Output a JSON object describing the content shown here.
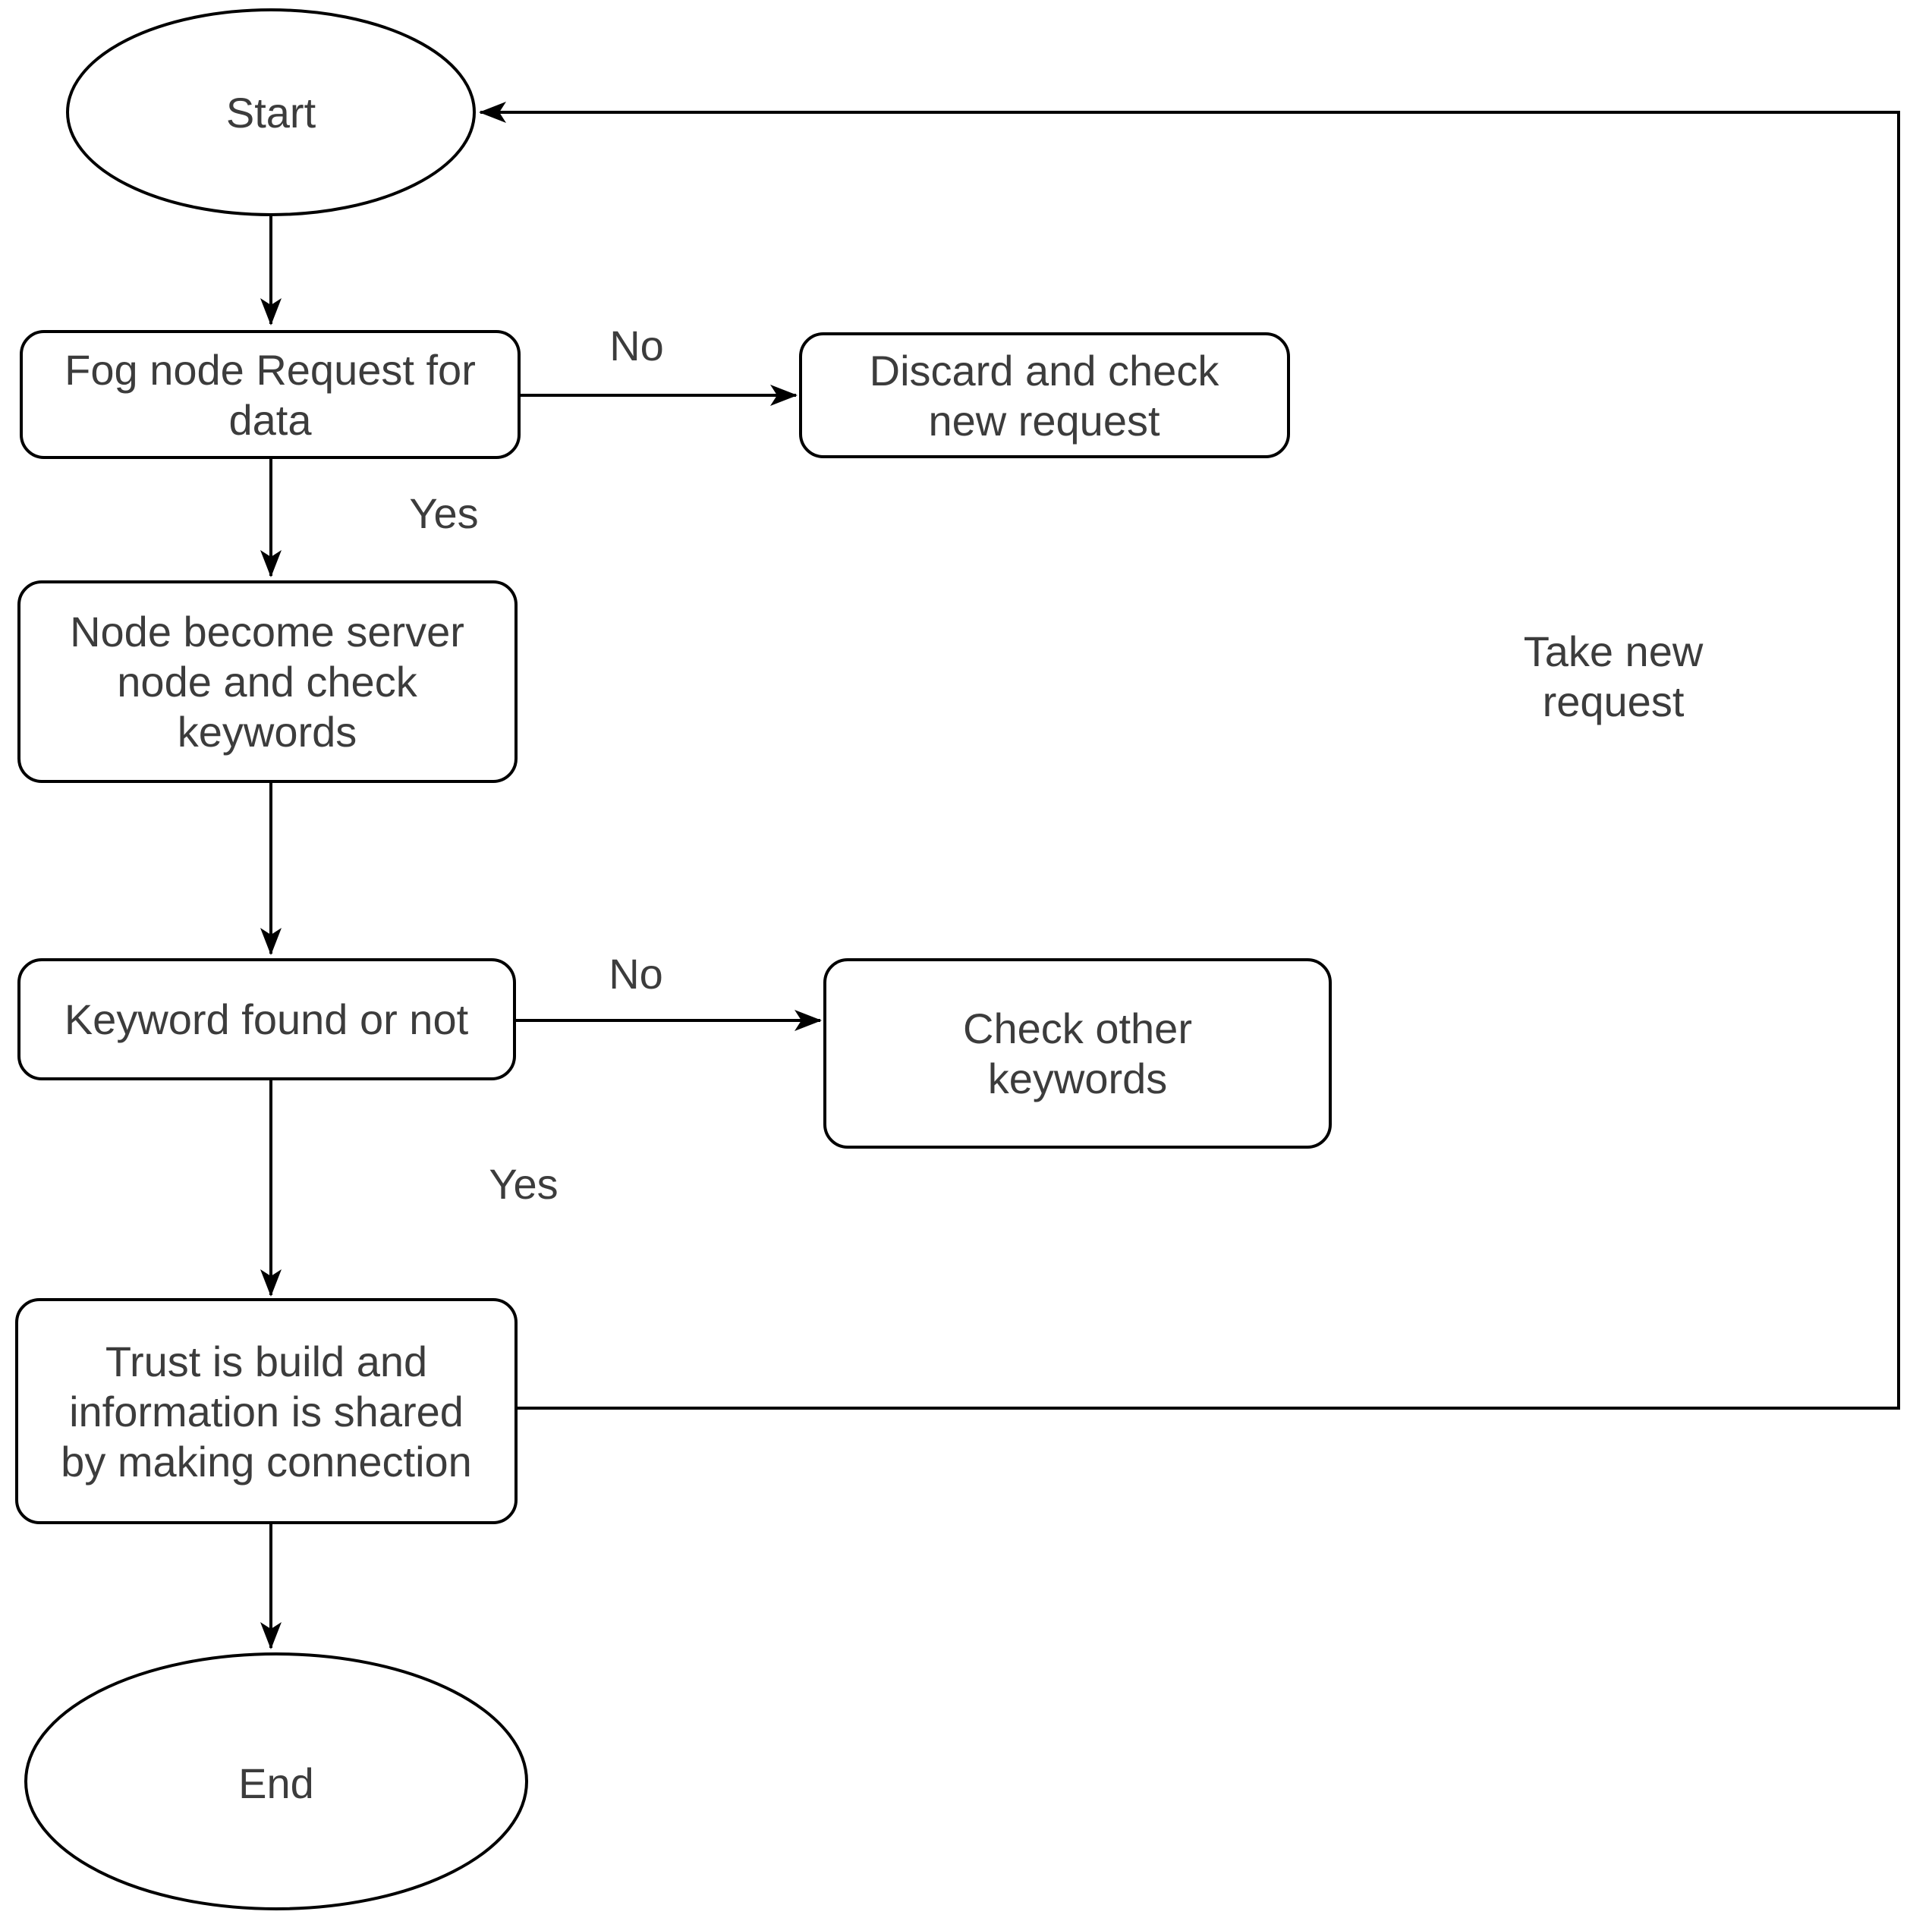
{
  "diagram": {
    "type": "flowchart",
    "colors": {
      "background": "#ffffff",
      "stroke": "#000000",
      "text": "#3c3c3c"
    },
    "nodes": {
      "start": {
        "shape": "ellipse",
        "label": "Start"
      },
      "fog_node_request": {
        "shape": "rounded-rect",
        "lines": [
          "Fog node Request for",
          "data"
        ]
      },
      "discard_check": {
        "shape": "rounded-rect",
        "lines": [
          "Discard and check",
          "new request"
        ]
      },
      "node_become_server": {
        "shape": "rounded-rect",
        "lines": [
          "Node become server",
          "node and check",
          "keywords"
        ]
      },
      "keyword_found": {
        "shape": "rounded-rect",
        "lines": [
          "Keyword found or not"
        ]
      },
      "check_other_keywords": {
        "shape": "rounded-rect",
        "lines": [
          "Check other",
          "keywords"
        ]
      },
      "trust_build": {
        "shape": "rounded-rect",
        "lines": [
          "Trust is build and",
          "information is shared",
          "by making connection"
        ]
      },
      "end": {
        "shape": "ellipse",
        "label": "End"
      }
    },
    "edge_labels": {
      "no_to_discard": "No",
      "yes_to_server_node": "Yes",
      "no_to_other_keywords": "No",
      "yes_to_trust": "Yes",
      "take_new_request": {
        "lines": [
          "Take new",
          "request"
        ]
      }
    }
  }
}
